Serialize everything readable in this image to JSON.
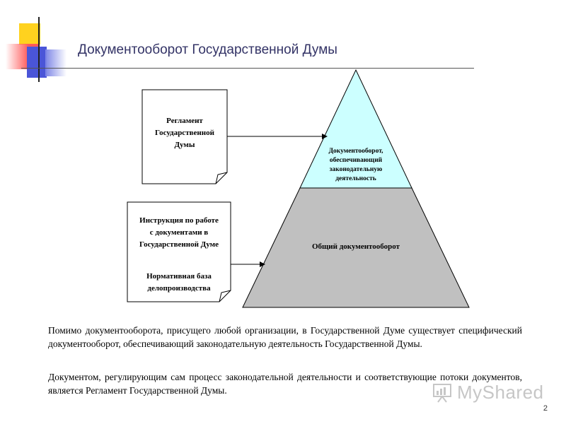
{
  "slide": {
    "title": "Документооборот Государственной Думы",
    "page_number": "2"
  },
  "diagram": {
    "doc_reglament": [
      "Регламент",
      "Государственной",
      "Думы"
    ],
    "doc_instruction": [
      "Инструкция по работе",
      "с документами в",
      "Государственной Думе"
    ],
    "doc_normative": [
      "Нормативная база",
      "делопроизводства"
    ],
    "pyramid_top": [
      "Документооборот,",
      "обеспечивающий",
      "законодательную",
      "деятельность"
    ],
    "pyramid_bottom": "Общий документооборот",
    "colors": {
      "apex": "#ccffff",
      "base": "#c0c0c0",
      "outline": "#000000"
    }
  },
  "text": {
    "paragraph1": "Помимо документооборота, присущего любой организации, в Государственной  Думе существует специфический документооборот, обеспечивающий законодательную деятельность Государственной Думы.",
    "paragraph2": "Документом, регулирующим сам процесс законодательной деятельности и соответствующие потоки документов, является Регламент Государственной Думы."
  },
  "watermark": {
    "text": "MyShared",
    "icon": "presentation-board-icon"
  }
}
